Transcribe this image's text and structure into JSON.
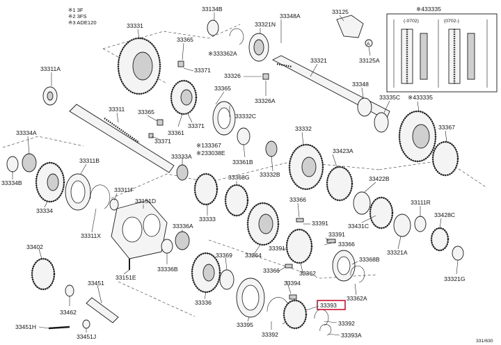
{
  "notes": [
    "※1 3F",
    "※2 3FS",
    "※3 ADE120"
  ],
  "inset": {
    "title": "※433335",
    "col1": "(-0702)",
    "col2": "(0702-)"
  },
  "labels": {
    "l33134B": "33134B",
    "l33331": "33331",
    "l33321N": "33321N",
    "l33348A": "33348A",
    "l33125": "33125",
    "l33125A": "33125A",
    "lA": "A",
    "l33365a": "33365",
    "l333362A": "※333362A",
    "l33371a": "33371",
    "l33311A": "33311A",
    "l33326": "33326",
    "l33326A": "33326A",
    "l33321": "33321",
    "l33348": "33348",
    "l33365b": "33365",
    "l33335C": "33335C",
    "l433335": "※433335",
    "l33311": "33311",
    "l33365c": "33365",
    "l33332C": "33332C",
    "l33361": "33361",
    "l33371b": "33371",
    "l33367": "33367",
    "l33334A": "33334A",
    "l33371c": "33371",
    "l33332": "33332",
    "l133367": "※133367",
    "l233038E": "※233038E",
    "l33333A": "33333A",
    "l33361B": "33361B",
    "l33423A": "33423A",
    "l33311B": "33311B",
    "l33332B": "33332B",
    "l33422B": "33422B",
    "l33334B": "33334B",
    "l33368G": "33368G",
    "l33311F": "33311F",
    "l33151D": "33151D",
    "l33366a": "33366",
    "l33111R": "33111R",
    "l33334": "33334",
    "l33333": "33333",
    "l33391a": "33391",
    "l33431C": "33431C",
    "l33428C": "33428C",
    "l33311X": "33311X",
    "l33336A": "33336A",
    "l33391b": "33391",
    "l33366b": "33366",
    "l33321A": "33321A",
    "l33402": "33402",
    "l33391c": "33391",
    "l33336B": "33336B",
    "l33369": "33369",
    "l33364": "33364",
    "l33362": "33362",
    "l33368B": "33368B",
    "l33366c": "33366",
    "l33151E": "33151E",
    "l33321G": "33321G",
    "l33451": "33451",
    "l33394": "33394",
    "l33462": "33462",
    "l33336": "33336",
    "l33362A": "33362A",
    "l33393": "33393",
    "l33395": "33395",
    "l33392a": "33392",
    "l33392b": "33392",
    "l33451H": "33451H",
    "l33393A": "33393A",
    "l33451J": "33451J",
    "ref": "331/630"
  },
  "highlight_color": "#c8102e"
}
